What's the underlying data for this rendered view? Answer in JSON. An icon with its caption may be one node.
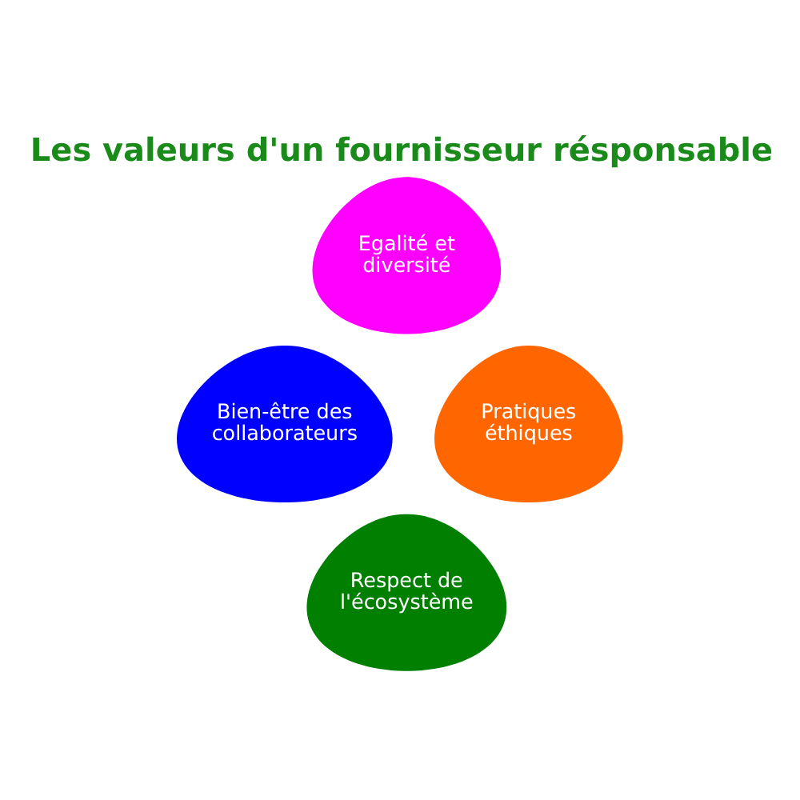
{
  "diagram": {
    "title": "Les valeurs d'un fournisseur résponsable",
    "nodes": [
      {
        "text": [
          "Egalité et diversité"
        ]
      },
      {
        "text": [
          "Bien-être des collaborateurs"
        ]
      },
      {
        "text": [
          "Pratiques éthiques"
        ]
      },
      {
        "text": [
          "Respect de l'écosystème"
        ]
      }
    ]
  }
}
